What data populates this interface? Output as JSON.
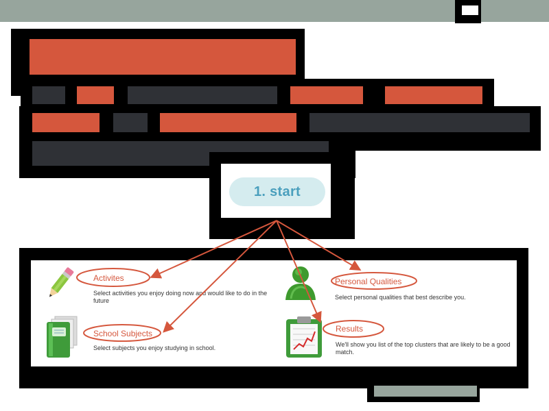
{
  "start": {
    "label": "1. start"
  },
  "items": [
    {
      "key": "activities",
      "title": "Activites",
      "description": "Select activities you enjoy doing now and would like to do in the future"
    },
    {
      "key": "personal",
      "title": "Personal Qualities",
      "description": "Select personal qualities that best describe you."
    },
    {
      "key": "subjects",
      "title": "School Subjects",
      "description": "Select subjects you enjoy studying in school."
    },
    {
      "key": "results",
      "title": "Results",
      "description": "We'll show you list of the top clusters that are likely to be a good match."
    }
  ],
  "colors": {
    "accent": "#d5573d",
    "dark_bar": "#2f3136",
    "top_bar": "#97a59d",
    "start_bg": "#d5ecef",
    "start_text": "#4a9fbd"
  }
}
